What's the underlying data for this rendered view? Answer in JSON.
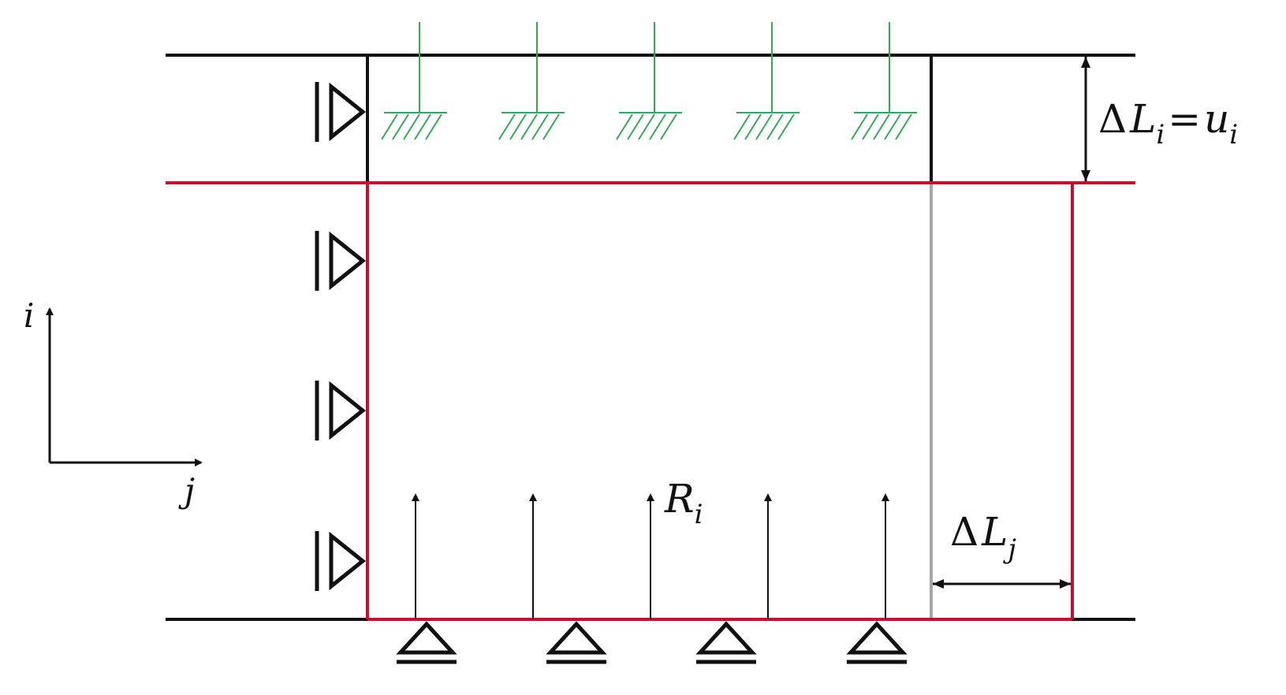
{
  "colors": {
    "black": "#111111",
    "red": "#c8102e",
    "green": "#3aa55a",
    "gray": "#a8a8a8"
  },
  "labels": {
    "delta_li_delta": "Δ",
    "delta_li_L": "L",
    "delta_li_sub": "i",
    "delta_li_eq": "=",
    "delta_li_u": "u",
    "delta_li_u_sub": "i",
    "delta_lj_delta": "Δ",
    "delta_lj_L": "L",
    "delta_lj_sub": "j",
    "reaction_R": "R",
    "reaction_sub": "i",
    "axis_i": "i",
    "axis_j": "j"
  },
  "elements": {
    "left_rollers": 4,
    "bottom_pins": 4,
    "top_anchors": 5,
    "reaction_arrows": 5
  }
}
